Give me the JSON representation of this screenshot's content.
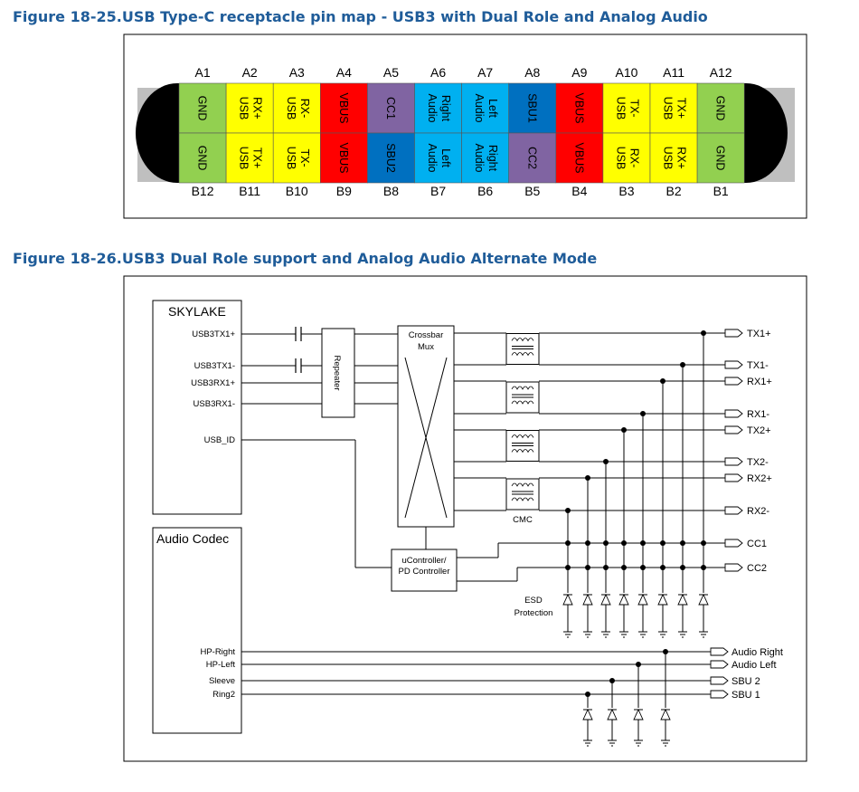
{
  "figure1": {
    "title": "Figure 18-25.USB Type-C receptacle pin map - USB3 with Dual Role and Analog Audio",
    "top_row": [
      {
        "pin": "A1",
        "lines": [
          "GND"
        ],
        "color": "#92d050",
        "text_color": "#000000"
      },
      {
        "pin": "A2",
        "lines": [
          "USB",
          "RX+"
        ],
        "color": "#ffff00",
        "text_color": "#000000"
      },
      {
        "pin": "A3",
        "lines": [
          "USB",
          "RX-"
        ],
        "color": "#ffff00",
        "text_color": "#000000"
      },
      {
        "pin": "A4",
        "lines": [
          "VBUS"
        ],
        "color": "#ff0000",
        "text_color": "#000000"
      },
      {
        "pin": "A5",
        "lines": [
          "CC1"
        ],
        "color": "#8064a2",
        "text_color": "#000000"
      },
      {
        "pin": "A6",
        "lines": [
          "Audio",
          "Right"
        ],
        "color": "#00b0f0",
        "text_color": "#000000"
      },
      {
        "pin": "A7",
        "lines": [
          "Audio",
          "Left"
        ],
        "color": "#00b0f0",
        "text_color": "#000000"
      },
      {
        "pin": "A8",
        "lines": [
          "SBU1"
        ],
        "color": "#0070c0",
        "text_color": "#000000"
      },
      {
        "pin": "A9",
        "lines": [
          "VBUS"
        ],
        "color": "#ff0000",
        "text_color": "#000000"
      },
      {
        "pin": "A10",
        "lines": [
          "USB",
          "TX-"
        ],
        "color": "#ffff00",
        "text_color": "#000000"
      },
      {
        "pin": "A11",
        "lines": [
          "USB",
          "TX+"
        ],
        "color": "#ffff00",
        "text_color": "#000000"
      },
      {
        "pin": "A12",
        "lines": [
          "GND"
        ],
        "color": "#92d050",
        "text_color": "#000000"
      }
    ],
    "bottom_row": [
      {
        "pin": "B12",
        "lines": [
          "GND"
        ],
        "color": "#92d050",
        "text_color": "#000000"
      },
      {
        "pin": "B11",
        "lines": [
          "USB",
          "TX+"
        ],
        "color": "#ffff00",
        "text_color": "#000000"
      },
      {
        "pin": "B10",
        "lines": [
          "USB",
          "TX-"
        ],
        "color": "#ffff00",
        "text_color": "#000000"
      },
      {
        "pin": "B9",
        "lines": [
          "VBUS"
        ],
        "color": "#ff0000",
        "text_color": "#000000"
      },
      {
        "pin": "B8",
        "lines": [
          "SBU2"
        ],
        "color": "#0070c0",
        "text_color": "#000000"
      },
      {
        "pin": "B7",
        "lines": [
          "Audio",
          "Left"
        ],
        "color": "#00b0f0",
        "text_color": "#000000"
      },
      {
        "pin": "B6",
        "lines": [
          "Audio",
          "Right"
        ],
        "color": "#00b0f0",
        "text_color": "#000000"
      },
      {
        "pin": "B5",
        "lines": [
          "CC2"
        ],
        "color": "#8064a2",
        "text_color": "#000000"
      },
      {
        "pin": "B4",
        "lines": [
          "VBUS"
        ],
        "color": "#ff0000",
        "text_color": "#000000"
      },
      {
        "pin": "B3",
        "lines": [
          "USB",
          "RX-"
        ],
        "color": "#ffff00",
        "text_color": "#000000"
      },
      {
        "pin": "B2",
        "lines": [
          "USB",
          "RX+"
        ],
        "color": "#ffff00",
        "text_color": "#000000"
      },
      {
        "pin": "B1",
        "lines": [
          "GND"
        ],
        "color": "#92d050",
        "text_color": "#000000"
      }
    ]
  },
  "figure2": {
    "title": "Figure 18-26.USB3 Dual Role support and Analog Audio Alternate Mode",
    "skylake": {
      "title": "SKYLAKE",
      "signals": [
        "USB3TX1+",
        "USB3TX1-",
        "USB3RX1+",
        "USB3RX1-",
        "USB_ID"
      ]
    },
    "repeater_label": "Repeater",
    "crossbar_label": [
      "Crossbar",
      "Mux"
    ],
    "cmc_label": "CMC",
    "pd_label": [
      "uController/",
      "PD Controller"
    ],
    "esd_label": [
      "ESD",
      "Protection"
    ],
    "audio_codec": {
      "title": "Audio Codec",
      "signals": [
        "HP-Right",
        "HP-Left",
        "Sleeve",
        "Ring2"
      ]
    },
    "connector_signals": [
      "TX1+",
      "TX1-",
      "RX1+",
      "RX1-",
      "TX2+",
      "TX2-",
      "RX2+",
      "RX2-",
      "CC1",
      "CC2"
    ],
    "audio_connector_signals": [
      "Audio Right",
      "Audio Left",
      "SBU 2",
      "SBU 1"
    ]
  }
}
